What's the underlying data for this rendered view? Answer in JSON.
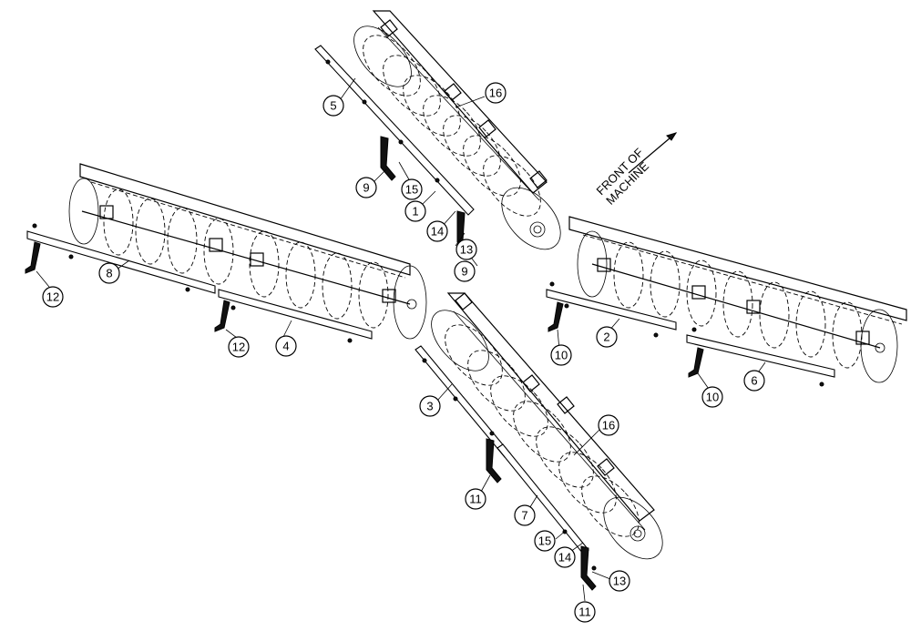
{
  "diagram": {
    "front_label_line1": "FRONT OF",
    "front_label_line2": "MACHINE",
    "callouts": [
      "5",
      "16",
      "9",
      "15",
      "1",
      "14",
      "13",
      "9",
      "8",
      "12",
      "4",
      "12",
      "10",
      "2",
      "10",
      "6",
      "3",
      "16",
      "11",
      "7",
      "15",
      "14",
      "13",
      "11"
    ]
  }
}
